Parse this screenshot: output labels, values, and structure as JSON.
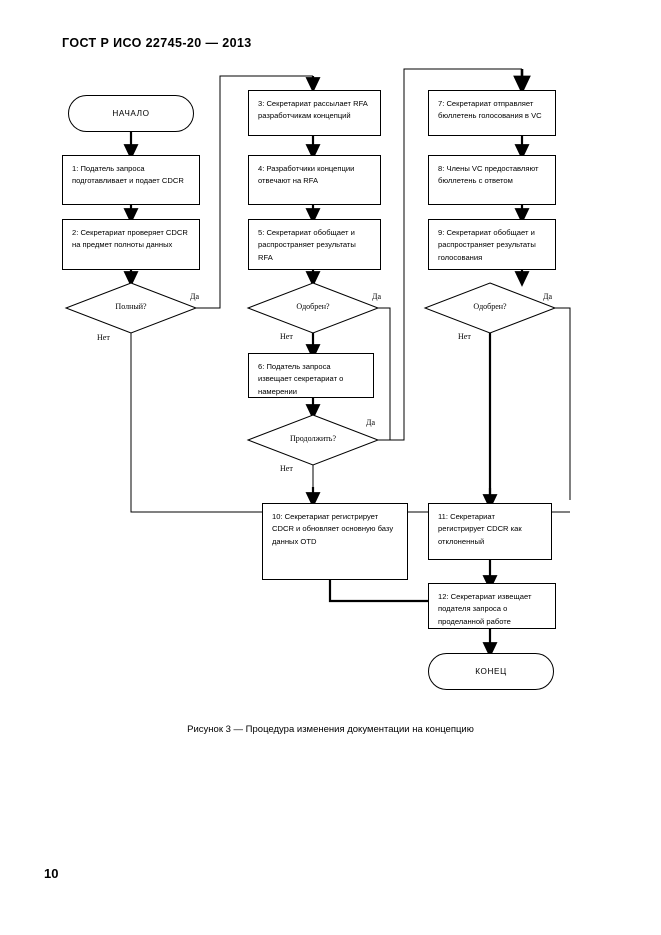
{
  "document": {
    "header": "ГОСТ Р ИСО 22745-20 — 2013",
    "page_number": "10",
    "figure_caption": "Рисунок 3 — Процедура изменения документации на концепцию"
  },
  "flowchart": {
    "title": "Процедура изменения документации на концепцию",
    "terminals": {
      "start": "НАЧАЛО",
      "end": "КОНЕЦ"
    },
    "process_boxes": [
      {
        "id": "1",
        "text": "1: Податель запроса подготавливает и подает CDCR"
      },
      {
        "id": "2",
        "text": "2: Секретариат проверяет CDCR на предмет полноты данных"
      },
      {
        "id": "3",
        "text": "3: Секретариат рассылает RFA разработчикам концепций"
      },
      {
        "id": "4",
        "text": "4: Разработчики концепции отвечают на RFA"
      },
      {
        "id": "5",
        "text": "5: Секретариат обобщает и распространяет результаты RFA"
      },
      {
        "id": "6",
        "text": "6: Податель запроса извещает секретариат о намерении"
      },
      {
        "id": "7",
        "text": "7: Секретариат отправляет бюллетень голосования в VC"
      },
      {
        "id": "8",
        "text": "8: Члены VC предоставляют бюллетень с ответом"
      },
      {
        "id": "9",
        "text": "9: Секретариат обобщает и распространяет результаты голосования"
      },
      {
        "id": "10",
        "text": "10: Секретариат регистрирует CDCR и обновляет основную базу данных OTD"
      },
      {
        "id": "11",
        "text": "11: Секретариат регистрирует CDCR как отклоненный"
      },
      {
        "id": "12",
        "text": "12: Секретариат извещает подателя запроса о проделанной работе"
      }
    ],
    "decisions": [
      {
        "id": "d1",
        "text": "Полный?"
      },
      {
        "id": "d2",
        "text": "Одобрен?"
      },
      {
        "id": "d3",
        "text": "Продолжить?"
      },
      {
        "id": "d4",
        "text": "Одобрен?"
      }
    ],
    "edge_labels": {
      "yes": "Да",
      "no": "Нет",
      "d1_yes": "Да",
      "d1_no": "Нет",
      "d2_yes": "Да",
      "d2_no": "Нет",
      "d3_yes": "Да",
      "d3_no": "Нет",
      "d4_yes": "Да",
      "d4_no": "Нет"
    },
    "colors": {
      "line": "#000000",
      "fill": "#ffffff",
      "text": "#000000"
    }
  }
}
